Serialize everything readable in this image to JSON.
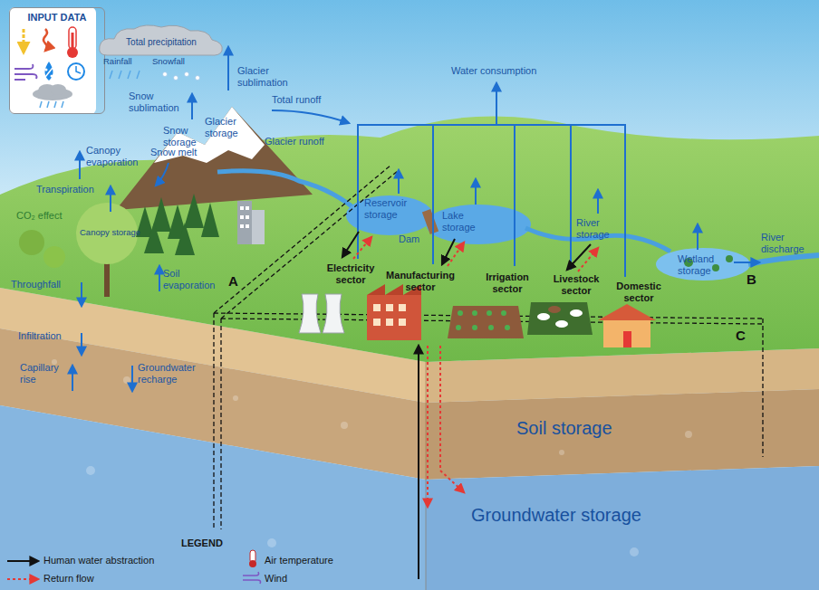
{
  "diagram": {
    "nodes": [
      {
        "text": [
          "INPUT DATA"
        ]
      },
      {
        "text": [
          "Total precipitation"
        ]
      }
    ],
    "labels": [
      "Rainfall",
      "Snowfall",
      "Glacier sublimation",
      "Total runoff",
      "Snow sublimation",
      "Snow storage",
      "Glacier storage",
      "Glacier runoff",
      "Canopy evaporation",
      "Snow melt",
      "Water consumption",
      "Transpiration",
      "CO₂ effect",
      "Reservoir storage",
      "Dam",
      "Lake storage",
      "River storage",
      "Wetland storage",
      "River discharge",
      "Canopy storage",
      "Throughfall",
      "Soil evaporation",
      "A",
      "Electricity sector",
      "Manufacturing sector",
      "Irrigation sector",
      "Livestock sector",
      "Domestic sector",
      "B",
      "C",
      "Infiltration",
      "Capillary rise",
      "Groundwater recharge",
      "Soil storage",
      "Groundwater storage",
      "LEGEND"
    ],
    "legend": [
      {
        "text": "Human water abstraction"
      },
      {
        "text": "Return flow"
      },
      {
        "text": "Air temperature"
      },
      {
        "text": "Wind"
      }
    ]
  }
}
